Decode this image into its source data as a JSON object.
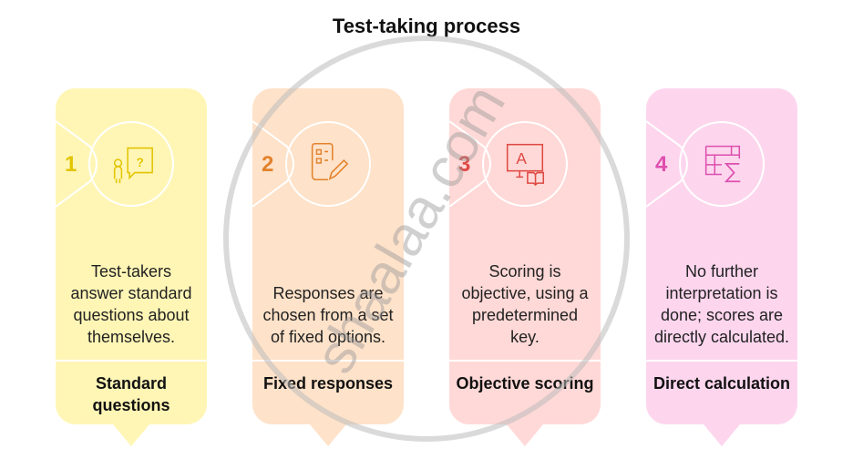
{
  "title": "Test-taking process",
  "watermark": "shaalaa.com",
  "steps": [
    {
      "number": "1",
      "icon": "person-question-icon",
      "description": "Test-takers answer standard questions about themselves.",
      "label": "Standard questions",
      "bg": "#fff6b6",
      "accent": "#e3c400"
    },
    {
      "number": "2",
      "icon": "checklist-pencil-icon",
      "description": "Responses are chosen from a set of fixed options.",
      "label": "Fixed responses",
      "bg": "#fee2c9",
      "accent": "#e3822c"
    },
    {
      "number": "3",
      "icon": "screen-book-icon",
      "description": "Scoring is objective, using a predetermined key.",
      "label": "Objective scoring",
      "bg": "#ffd9d7",
      "accent": "#df4a44"
    },
    {
      "number": "4",
      "icon": "table-sum-icon",
      "description": "No further interpretation is done; scores are directly calculated.",
      "label": "Direct calculation",
      "bg": "#fdd6ee",
      "accent": "#dd4fae"
    }
  ]
}
